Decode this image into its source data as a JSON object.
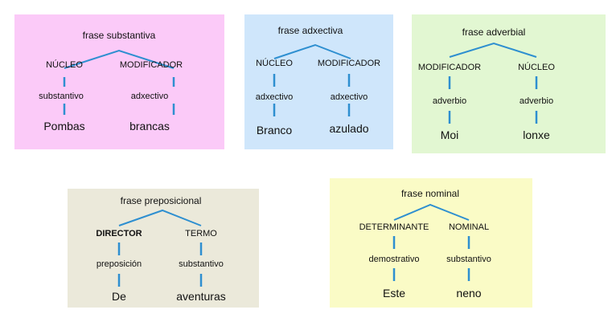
{
  "colors": {
    "line": "#2e8fd0"
  },
  "trees": [
    {
      "bg": "#fbcaf8",
      "title": "frase substantiva",
      "left": {
        "role": "NÚCLEO",
        "category": "substantivo",
        "word": "Pombas"
      },
      "right": {
        "role": "MODIFICADOR",
        "category": "adxectivo",
        "word": "brancas"
      }
    },
    {
      "bg": "#cfe6fb",
      "title": "frase adxectiva",
      "left": {
        "role": "NÚCLEO",
        "category": "adxectivo",
        "word": "Branco"
      },
      "right": {
        "role": "MODIFICADOR",
        "category": "adxectivo",
        "word": "azulado"
      }
    },
    {
      "bg": "#e2f7d2",
      "title": "frase adverbial",
      "left": {
        "role": "MODIFICADOR",
        "category": "adverbio",
        "word": "Moi"
      },
      "right": {
        "role": "NÚCLEO",
        "category": "adverbio",
        "word": "lonxe"
      }
    },
    {
      "bg": "#ebe9da",
      "title": "frase preposicional",
      "left": {
        "role": "Director",
        "category": "preposición",
        "word": "De"
      },
      "right": {
        "role": "TERMO",
        "category": "substantivo",
        "word": "aventuras"
      }
    },
    {
      "bg": "#fafbc6",
      "title": "frase nominal",
      "left": {
        "role": "DETERMINANTE",
        "category": "demostrativo",
        "word": "Este"
      },
      "right": {
        "role": "NOMINAL",
        "category": "substantivo",
        "word": "neno"
      }
    }
  ]
}
